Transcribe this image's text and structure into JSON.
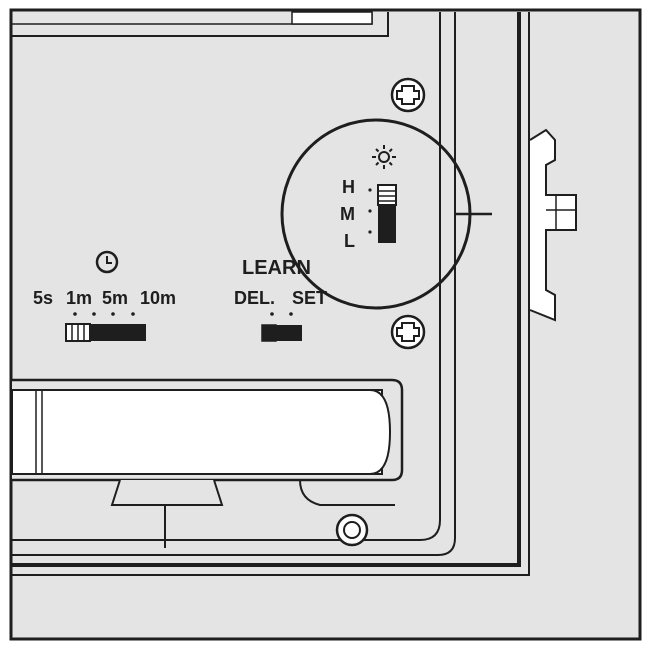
{
  "timer": {
    "icon": "clock-icon",
    "options": [
      "5s",
      "1m",
      "5m",
      "10m"
    ],
    "selected": "10m"
  },
  "learn": {
    "title": "LEARN",
    "options": [
      "DEL.",
      "SET"
    ],
    "selected": "SET"
  },
  "sensitivity": {
    "icon": "sun-icon",
    "levels": [
      "H",
      "M",
      "L"
    ],
    "selected": "L"
  },
  "colors": {
    "background": "#ffffff",
    "panel": "#e4e4e4",
    "ink": "#1e1e1e",
    "battery": "#ffffff"
  }
}
